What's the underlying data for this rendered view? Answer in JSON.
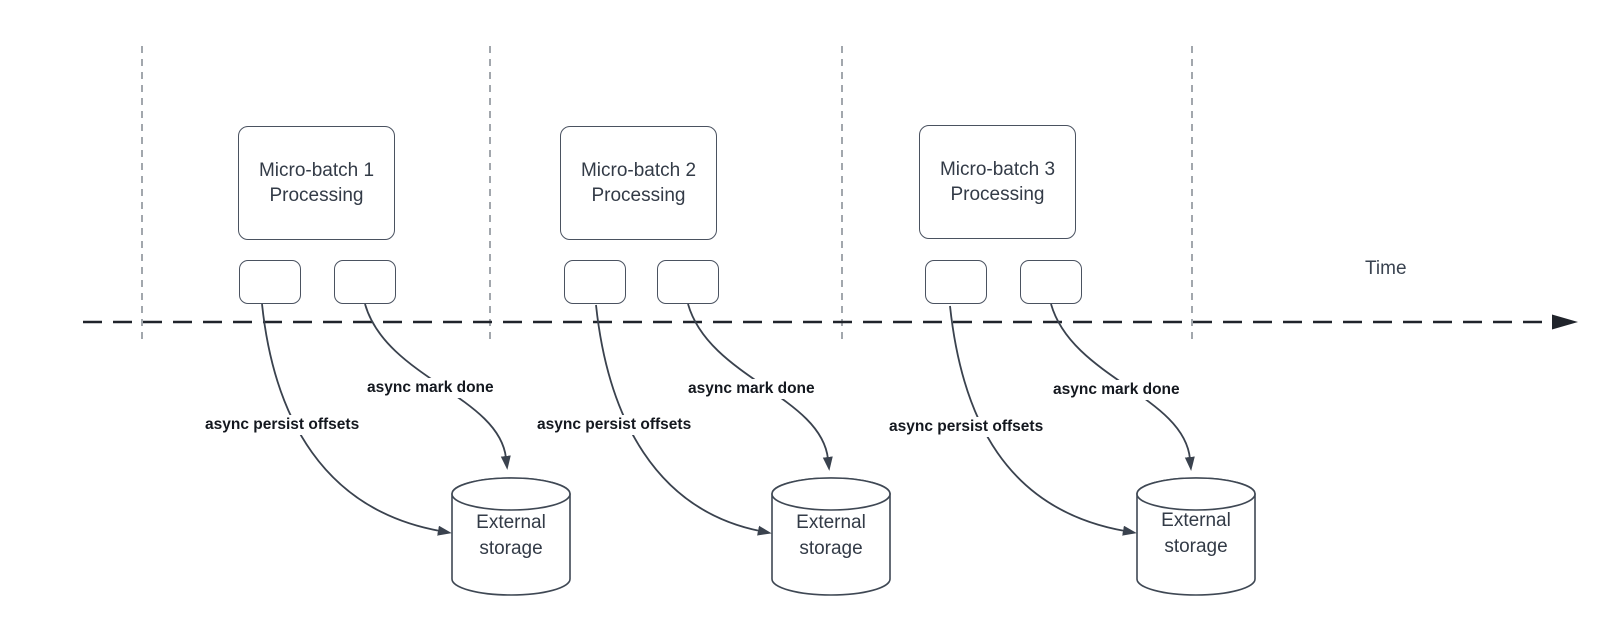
{
  "timeline": {
    "label": "Time"
  },
  "groups": [
    {
      "batch_label": "Micro-batch 1\nProcessing",
      "persist_label": "async persist offsets",
      "mark_done_label": "async mark done",
      "storage_label": "External\nstorage"
    },
    {
      "batch_label": "Micro-batch 2\nProcessing",
      "persist_label": "async persist offsets",
      "mark_done_label": "async mark done",
      "storage_label": "External\nstorage"
    },
    {
      "batch_label": "Micro-batch 3\nProcessing",
      "persist_label": "async persist offsets",
      "mark_done_label": "async mark done",
      "storage_label": "External\nstorage"
    }
  ],
  "colors": {
    "arrow_line": "#3a424e",
    "timeline_line": "#20242b",
    "guide_line": "#a2a7ad",
    "label_text": "#14181f",
    "node_text": "#333b47",
    "node_border": "#4a5260"
  }
}
